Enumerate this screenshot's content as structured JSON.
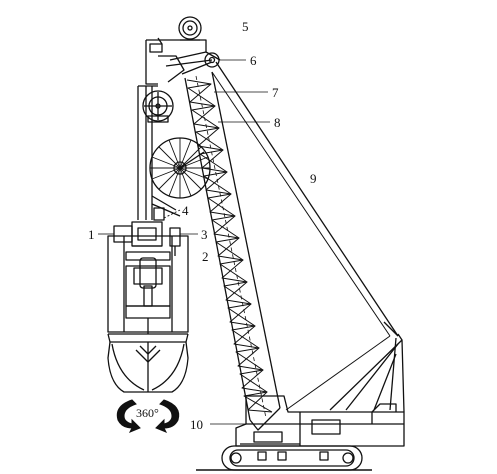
{
  "labels": {
    "l1": "1",
    "l2": "2",
    "l3": "3",
    "l4": "4",
    "l5": "5",
    "l6": "6",
    "l7": "7",
    "l8": "8",
    "l9": "9",
    "l10": "10"
  },
  "rotation_label": "360°",
  "colors": {
    "ink": "#111111",
    "paper": "#ffffff"
  }
}
